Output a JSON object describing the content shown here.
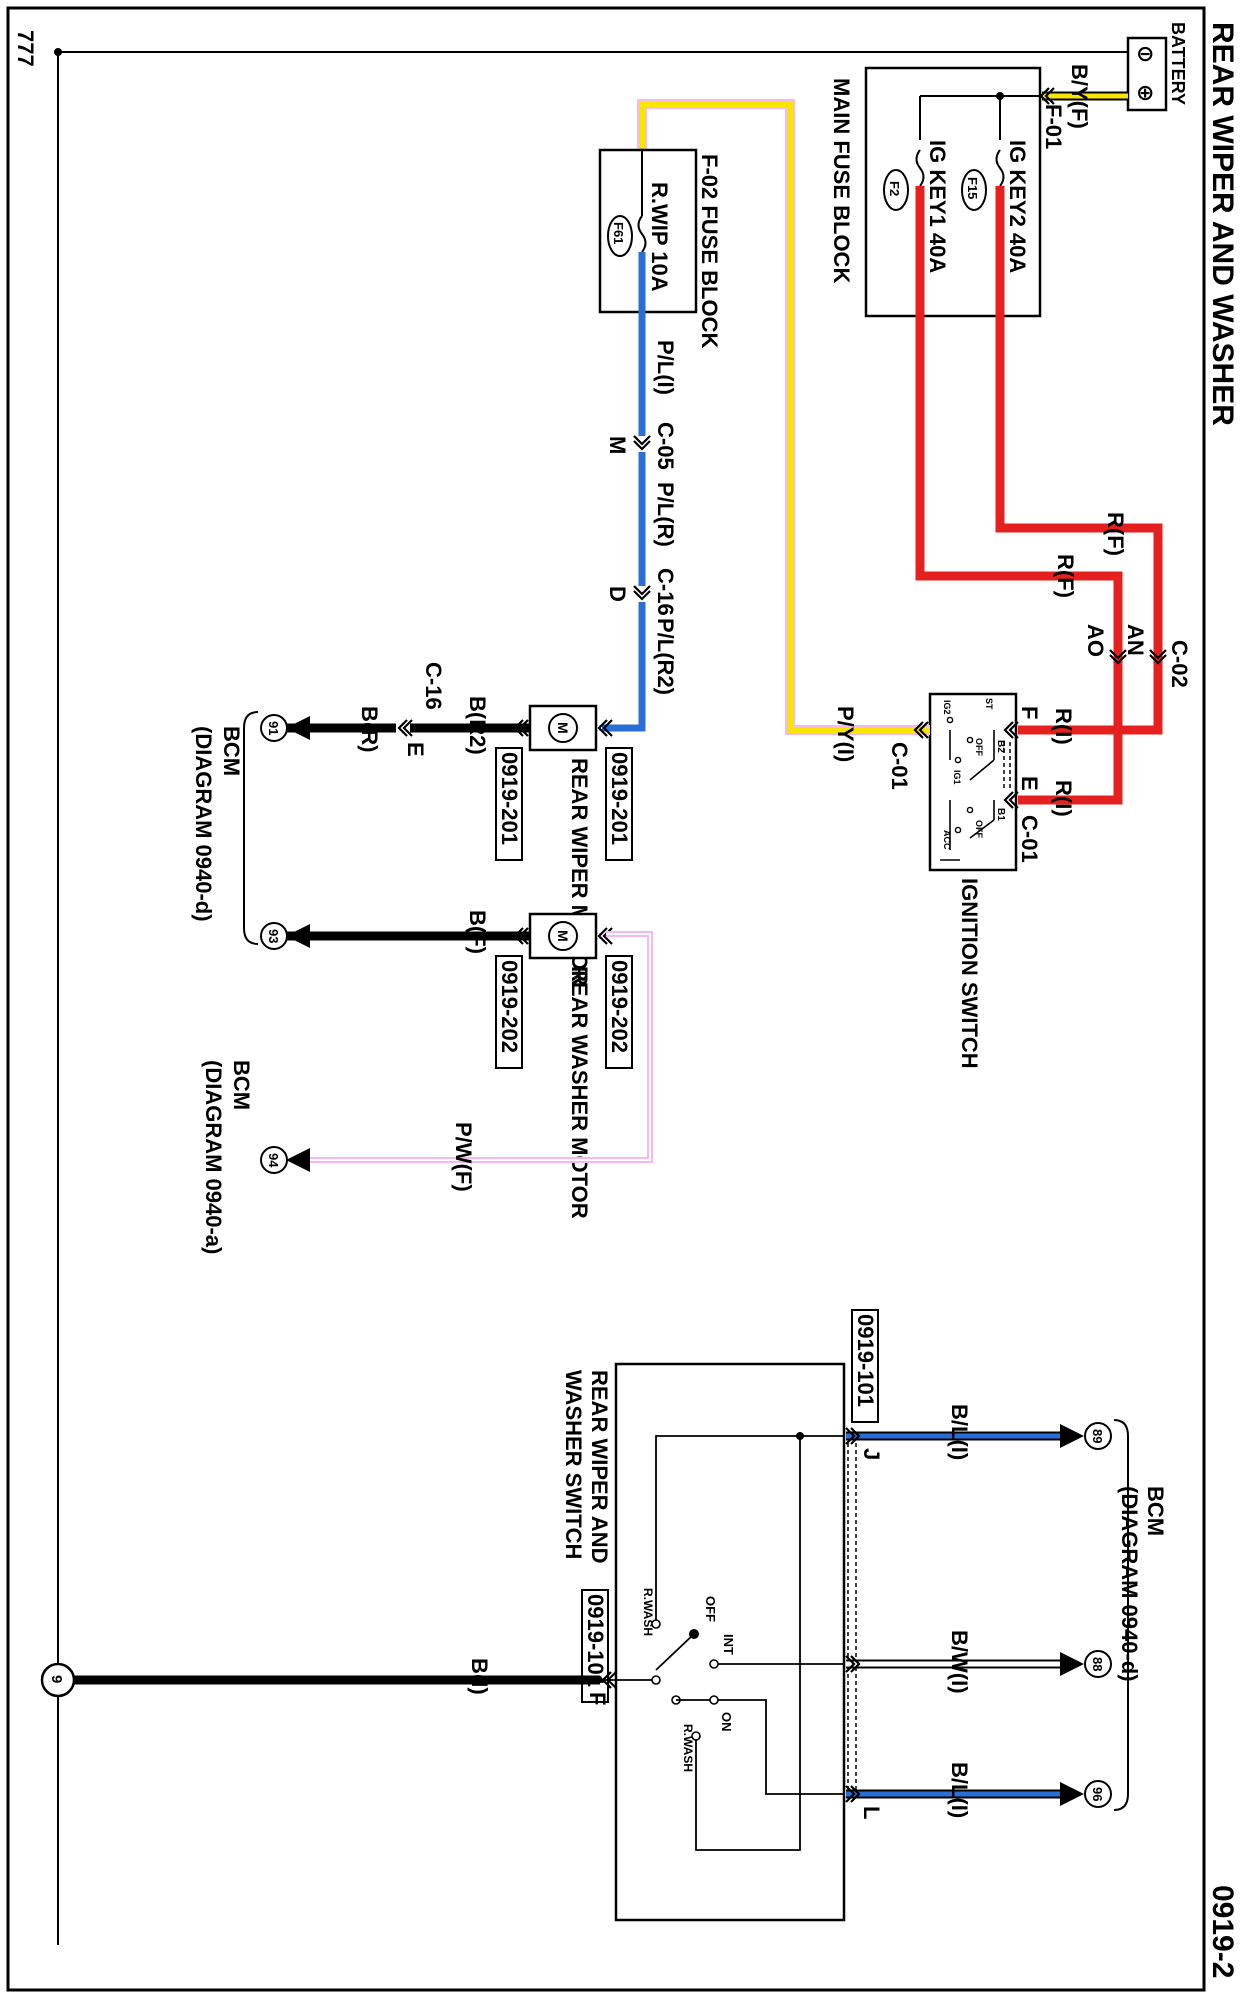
{
  "diagram": {
    "title": "REAR WIPER AND WASHER",
    "page_number": "0919-2",
    "ground_symbol": "777",
    "colors": {
      "red": "#e5201e",
      "yellow": "#f7e600",
      "blue": "#2a6fd6",
      "pink": "#f6b8ee",
      "black": "#000000"
    },
    "battery": {
      "label": "BATTERY",
      "minus": "⊖",
      "plus": "⊕"
    },
    "main_fuse_block": {
      "label": "MAIN FUSE BLOCK",
      "connector": "F-01",
      "input_wire": "B/Y(F)",
      "fuse1_label": "IG KEY2 40A",
      "fuse1_id": "F15",
      "fuse2_label": "IG KEY1 40A",
      "fuse2_id": "F2"
    },
    "wires_red": {
      "w1": "R(F)",
      "w2": "R(F)",
      "c02": "C-02",
      "pin_an": "AN",
      "pin_ao": "AO",
      "r1": "R(I)",
      "r2": "R(I)"
    },
    "ignition_switch": {
      "label": "IGNITION SWITCH",
      "conn_top": "C-01",
      "conn_left": "C-01",
      "pin_e": "E",
      "pin_f": "F",
      "t_b1": "B1",
      "t_acc": "ACC",
      "t_off1": "OFF",
      "t_ig1": "IG1",
      "t_b2": "B2",
      "t_off2": "OFF",
      "t_st": "ST",
      "t_ig2": "IG2",
      "out_wire": "P/Y(I)"
    },
    "fuse_block_f02": {
      "label": "F-02  FUSE BLOCK",
      "fuse_label": "R.WIP 10A",
      "fuse_id": "F61"
    },
    "blue_wires": {
      "pl_i": "P/L(I)",
      "c05": "C-05",
      "pin_m": "M",
      "pl_r": "P/L(R)",
      "c16": "C-16",
      "pin_d": "D",
      "pl_r2": "P/L(R2)"
    },
    "rear_wiper_motor": {
      "label": "REAR WIPER MOTOR",
      "ref_top": "0919-201",
      "ref_bottom": "0919-201",
      "out_wire": "B(R2)",
      "c16": "C-16",
      "pin_e": "E",
      "bcm_wire": "B(R)",
      "bcm_pin": "91",
      "motor_symbol": "M"
    },
    "rear_washer_motor": {
      "label": "REAR WASHER MOTOR",
      "ref_top": "0919-202",
      "ref_bottom": "0919-202",
      "out_wire": "B(F)",
      "bcm_pin": "93",
      "pink_wire": "P/W(F)",
      "pink_pin": "94",
      "motor_symbol": "M"
    },
    "bcm_lower1": {
      "label": "BCM",
      "ref": "(DIAGRAM  0940-d)"
    },
    "bcm_lower2": {
      "label": "BCM",
      "ref": "(DIAGRAM  0940-a)"
    },
    "bcm_upper": {
      "label": "BCM",
      "ref": "(DIAGRAM  0940-d)"
    },
    "rear_wiper_washer_switch": {
      "label_line1": "REAR WIPER AND",
      "label_line2": "WASHER SWITCH",
      "ref_right": "0919-101",
      "ref_left": "0919-101",
      "pin_j": "J",
      "pin_l": "L",
      "pin_f": "F",
      "wire_j": "B/L(I)",
      "bcm_pin_j": "89",
      "wire_mid": "B/W(I)",
      "bcm_pin_mid": "88",
      "wire_l": "B/L(I)",
      "bcm_pin_l": "96",
      "ground_wire": "B(I)",
      "ground_pin": "9",
      "pos_off": "OFF",
      "pos_int": "INT",
      "pos_on": "ON",
      "pos_rwash1": "R.WASH",
      "pos_rwash2": "R.WASH"
    }
  }
}
